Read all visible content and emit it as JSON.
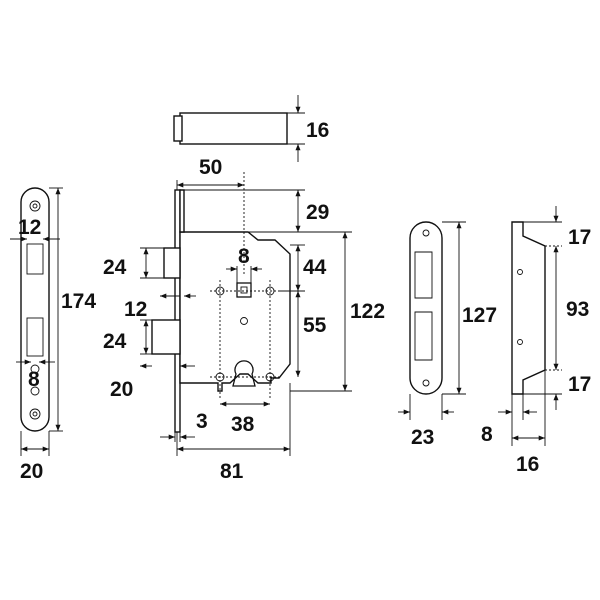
{
  "drawing": {
    "dimensions": {
      "pin_diameter": "16",
      "backset": "50",
      "top_to_follower": "29",
      "follower_to_cylinder_top": "44",
      "follower_to_cylinder": "55",
      "case_height": "122",
      "follower_size": "8",
      "latch_height": "24",
      "latch_gap": "12",
      "bolt_height": "24",
      "forend_offset": "20",
      "case_thickness": "3",
      "cylinder_offset": "38",
      "case_depth": "81",
      "forend_width_top": "12",
      "forend_length": "174",
      "forend_hole": "8",
      "forend_width": "20",
      "strike_length": "127",
      "strike_width": "23",
      "box_top": "17",
      "box_height": "93",
      "box_bottom": "17",
      "box_lip": "8",
      "box_depth": "16"
    }
  }
}
